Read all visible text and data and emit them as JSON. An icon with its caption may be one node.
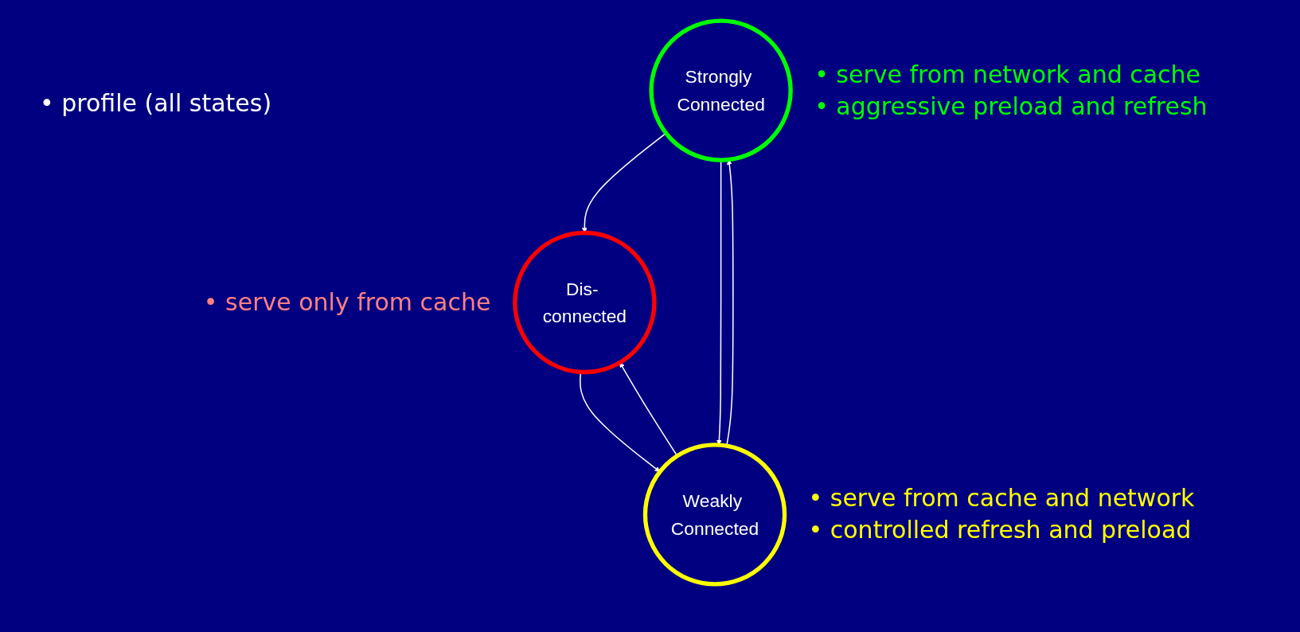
{
  "diagram": {
    "nodes": [
      {
        "text": [
          "Strongly Connected"
        ],
        "beside": [
          "• serve from network and cache",
          "• aggressive preload and refresh"
        ]
      },
      {
        "text": [
          "Dis- connected"
        ],
        "beside": [
          "• serve only from cache"
        ]
      },
      {
        "text": [
          "Weakly Connected"
        ],
        "beside": [
          "• serve from cache and network",
          "• controlled refresh and preload"
        ]
      }
    ],
    "edges": [
      {
        "from": 0,
        "to": 1,
        "arrow": "to"
      },
      {
        "from": 0,
        "to": 2,
        "arrow": "to"
      },
      {
        "from": 2,
        "to": 0,
        "arrow": "to"
      },
      {
        "from": 2,
        "to": 1,
        "arrow": "to"
      },
      {
        "from": 1,
        "to": 2,
        "arrow": "to"
      }
    ],
    "labels": [
      "• profile (all states)"
    ]
  }
}
